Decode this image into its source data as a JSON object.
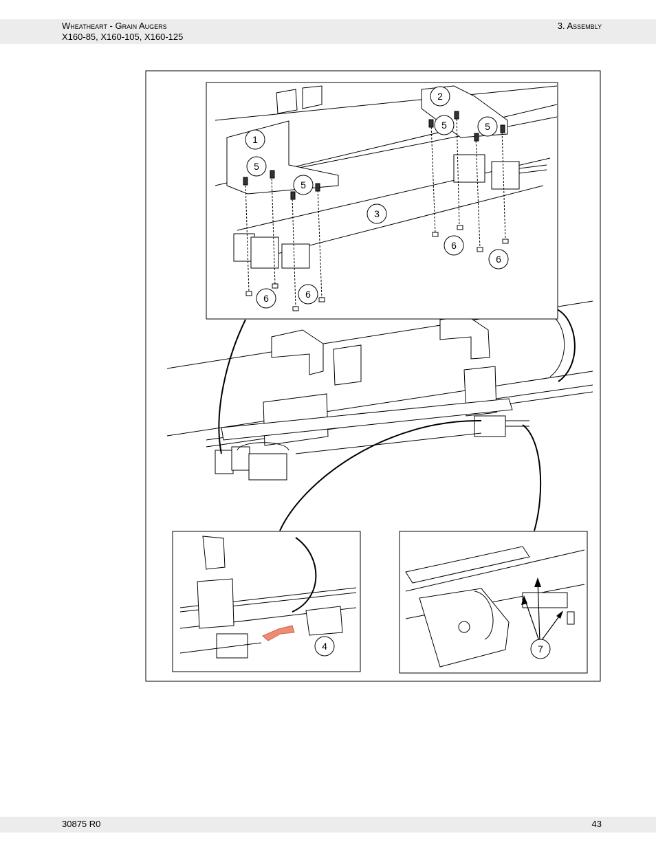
{
  "header": {
    "title": "Wheatheart - Grain Augers",
    "models": "X160-85, X160-105, X160-125",
    "section": "3. Assembly"
  },
  "footer": {
    "doc_number": "30875 R0",
    "page_number": "43"
  },
  "figure": {
    "callouts": {
      "c1": "1",
      "c2": "2",
      "c3": "3",
      "c4": "4",
      "c5a": "5",
      "c5b": "5",
      "c5c": "5",
      "c5d": "5",
      "c6a": "6",
      "c6b": "6",
      "c6c": "6",
      "c6d": "6",
      "c7": "7"
    },
    "colors": {
      "arrow": "#f08a72",
      "line": "#000000"
    }
  }
}
